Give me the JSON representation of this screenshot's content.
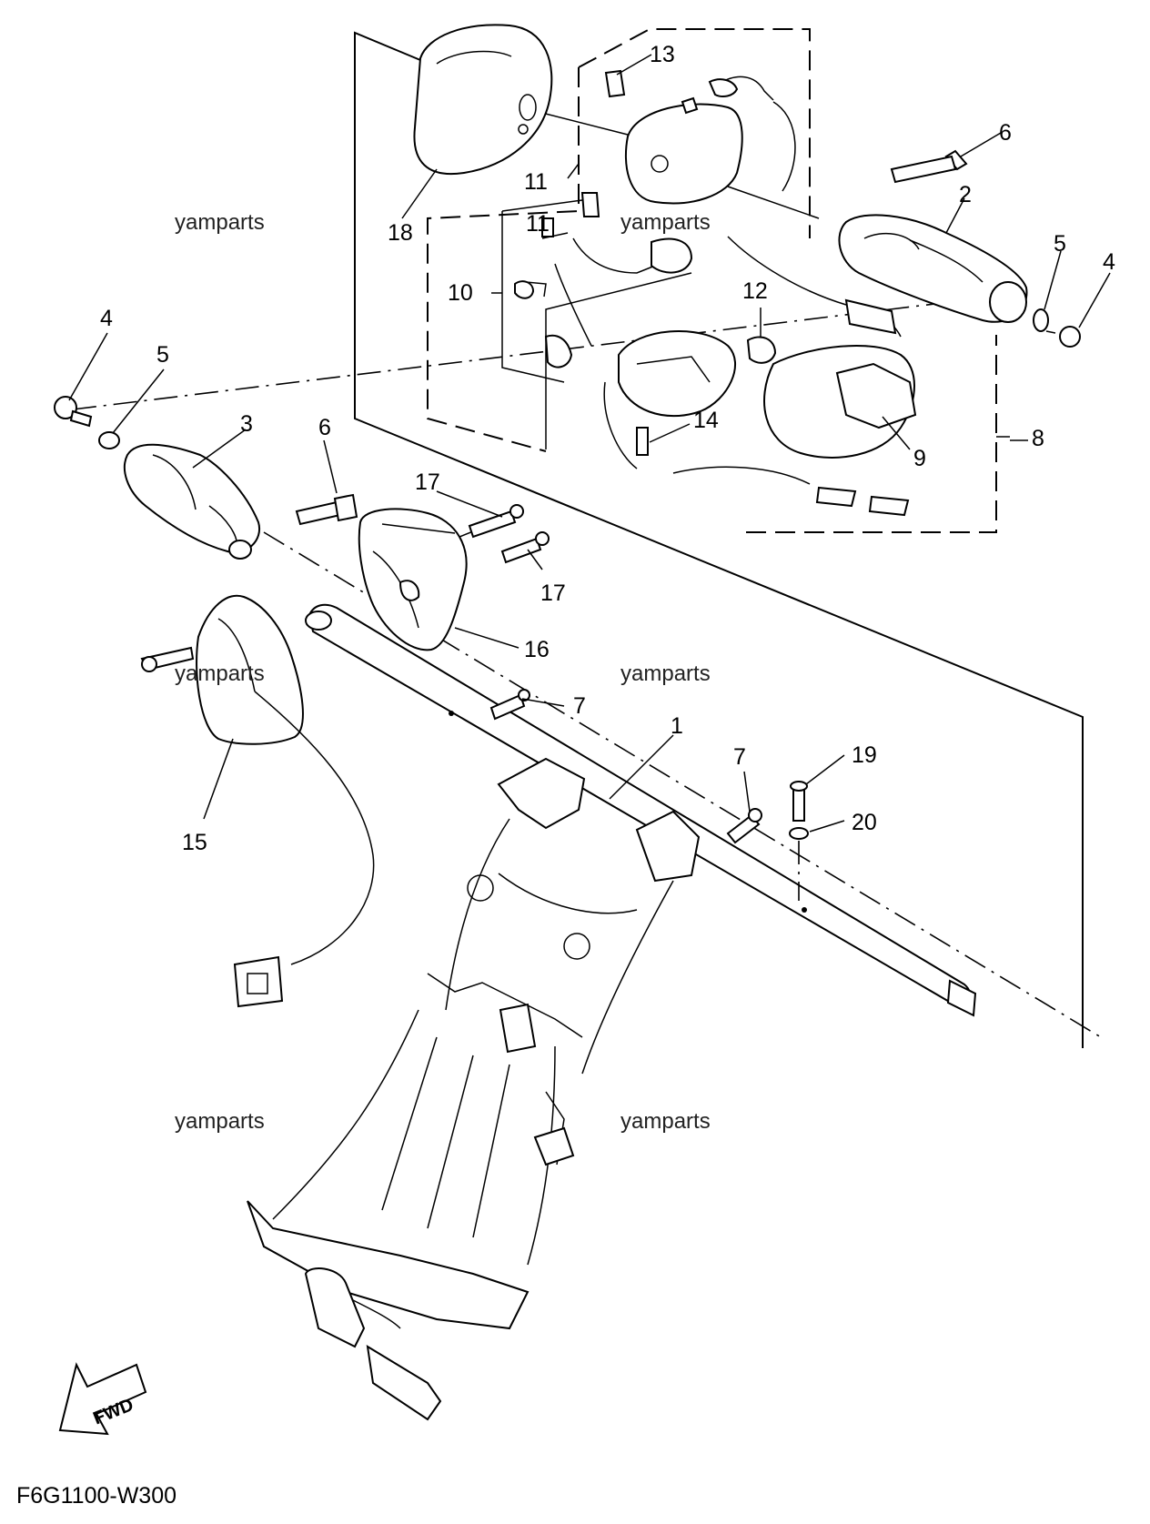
{
  "diagram": {
    "code": "F6G1100-W300",
    "fwd_label": "FWD",
    "watermark": "yamparts",
    "callouts": [
      "1",
      "2",
      "3",
      "4",
      "4",
      "5",
      "5",
      "6",
      "6",
      "7",
      "7",
      "8",
      "9",
      "10",
      "11",
      "11",
      "12",
      "13",
      "14",
      "15",
      "16",
      "17",
      "17",
      "18",
      "19",
      "20"
    ]
  }
}
